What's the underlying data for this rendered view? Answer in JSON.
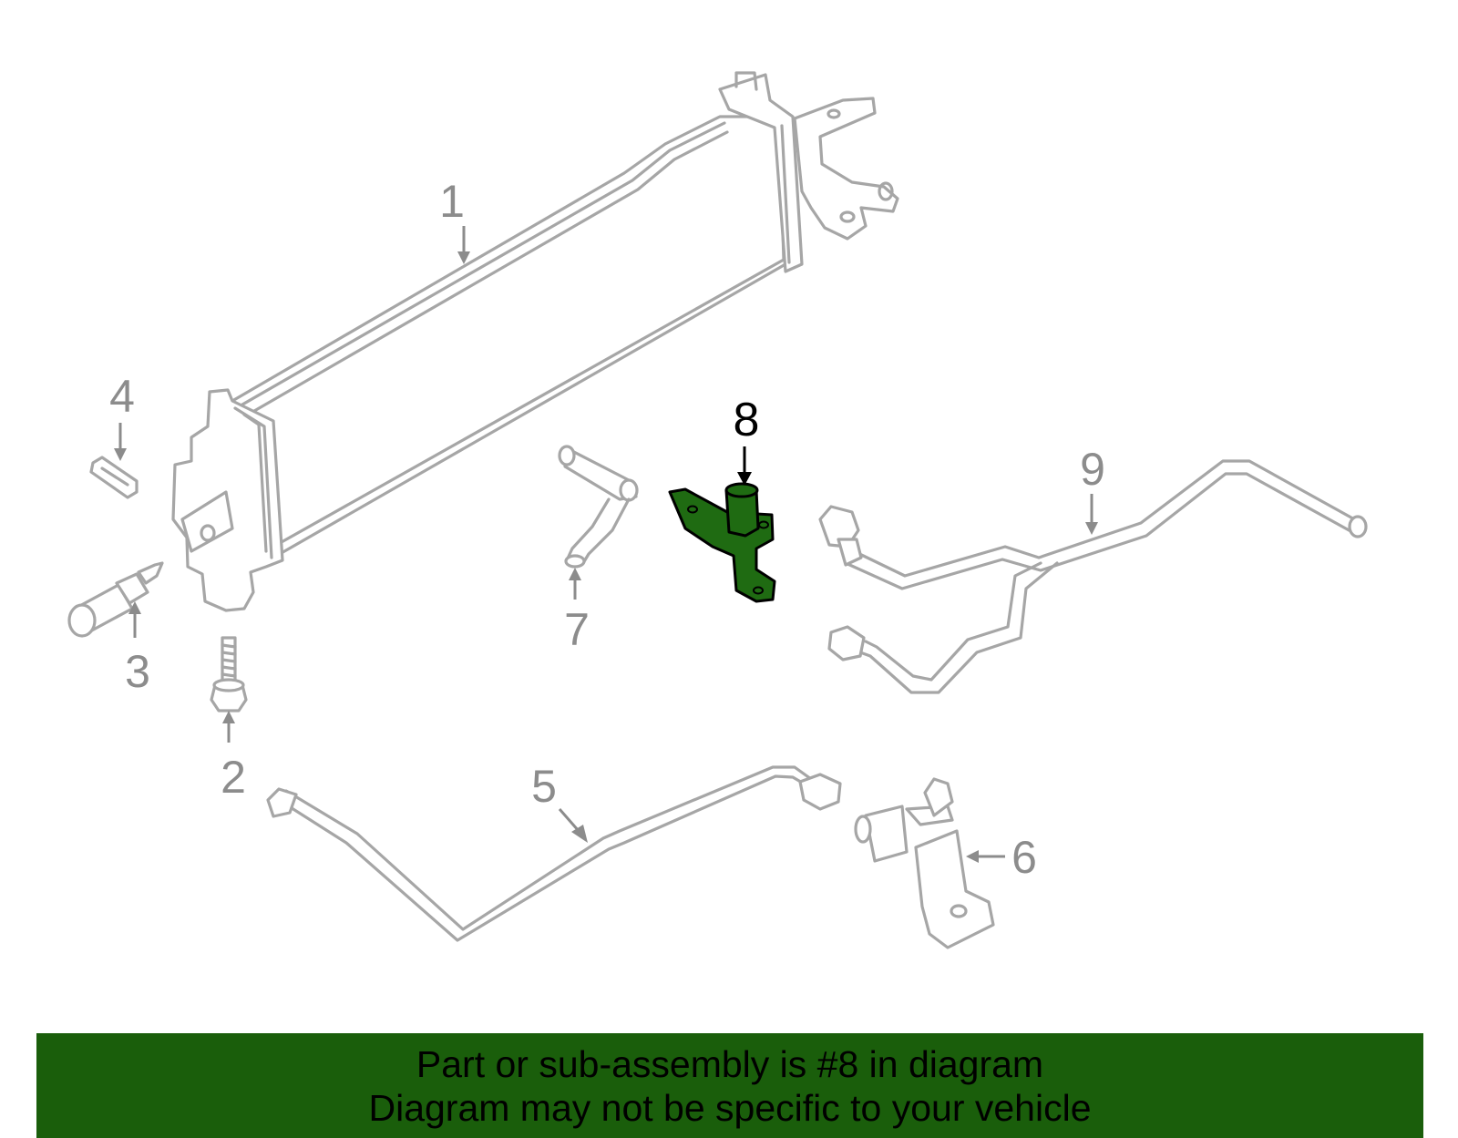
{
  "diagram": {
    "highlighted_part": "8",
    "highlight_color": "#1f6b12",
    "part_color": "#a6a6a6",
    "callouts": [
      {
        "number": "1"
      },
      {
        "number": "2"
      },
      {
        "number": "3"
      },
      {
        "number": "4"
      },
      {
        "number": "5"
      },
      {
        "number": "6"
      },
      {
        "number": "7"
      },
      {
        "number": "8"
      },
      {
        "number": "9"
      }
    ]
  },
  "banner": {
    "line1": "Part or sub-assembly is #8 in diagram",
    "line2": "Diagram may not be specific to your vehicle",
    "background_color": "#1a5e0b"
  }
}
